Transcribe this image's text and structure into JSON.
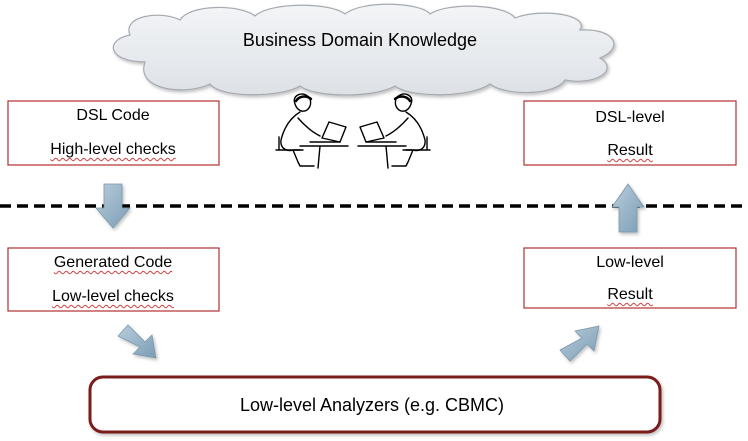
{
  "cloud": {
    "label": "Business Domain Knowledge"
  },
  "boxes": {
    "dsl_code": {
      "line1": "DSL Code",
      "line2": "High-level checks"
    },
    "dsl_result": {
      "line1": "DSL-level",
      "line2": "Result"
    },
    "generated_code": {
      "line1": "Generated Code",
      "line2": "Low-level checks"
    },
    "low_result": {
      "line1": "Low-level",
      "line2": "Result"
    }
  },
  "analyzer": {
    "label": "Low-level Analyzers (e.g. CBMC)"
  },
  "colors": {
    "box_border": "#b2302f",
    "analyzer_border": "#7a1a1a",
    "arrow_fill": "#8fb0c8",
    "cloud_fill": "#e9ecf0",
    "cloud_stroke": "#a6aab0",
    "separator": "#000000"
  },
  "icons": [
    "person-at-laptop-left-icon",
    "person-at-laptop-right-icon"
  ]
}
